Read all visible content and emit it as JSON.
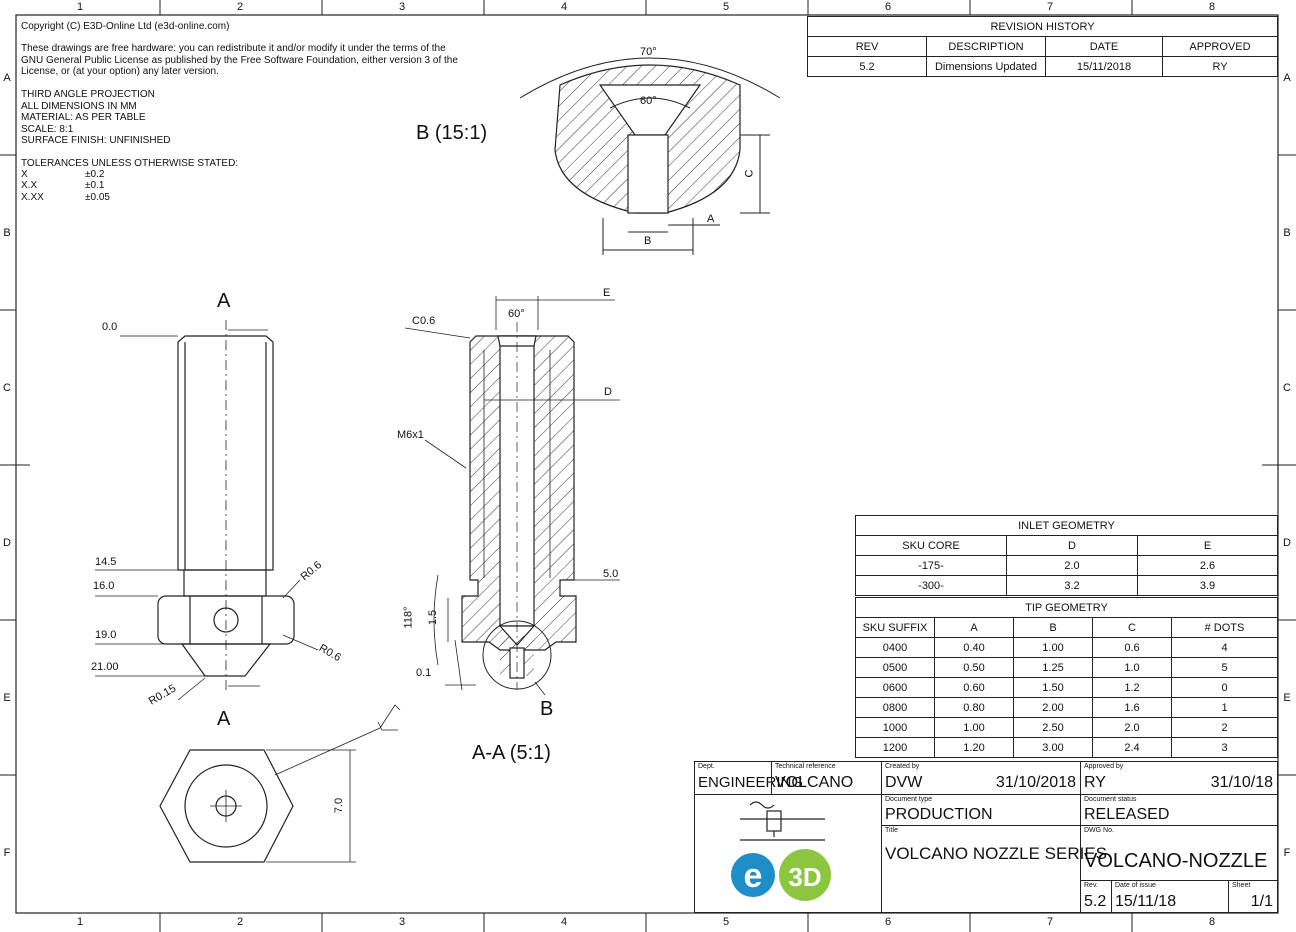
{
  "grid": {
    "columns": [
      "1",
      "2",
      "3",
      "4",
      "5",
      "6",
      "7",
      "8"
    ],
    "rows": [
      "A",
      "B",
      "C",
      "D",
      "E",
      "F"
    ]
  },
  "notes": {
    "copyright": "Copyright (C) E3D-Online Ltd (e3d-online.com)",
    "license": [
      "These drawings are free hardware: you can redistribute it and/or modify it under the terms of the",
      "GNU General Public License as published by the Free Software Foundation, either version 3 of the",
      "License, or (at your option) any later version."
    ],
    "specs": [
      "THIRD ANGLE PROJECTION",
      "ALL DIMENSIONS IN MM",
      "MATERIAL: AS PER TABLE",
      "SCALE: 8:1",
      "SURFACE FINISH: UNFINISHED"
    ],
    "tolerance_title": "TOLERANCES UNLESS OTHERWISE STATED:",
    "tolerances": [
      {
        "key": "X",
        "val": "±0.2"
      },
      {
        "key": "X.X",
        "val": "±0.1"
      },
      {
        "key": "X.XX",
        "val": "±0.05"
      }
    ]
  },
  "revision": {
    "title": "REVISION HISTORY",
    "headers": [
      "REV",
      "DESCRIPTION",
      "DATE",
      "APPROVED"
    ],
    "rows": [
      [
        "5.2",
        "Dimensions Updated",
        "15/11/2018",
        "RY"
      ]
    ]
  },
  "inlet": {
    "title": "INLET GEOMETRY",
    "headers": [
      "SKU CORE",
      "D",
      "E"
    ],
    "rows": [
      [
        "-175-",
        "2.0",
        "2.6"
      ],
      [
        "-300-",
        "3.2",
        "3.9"
      ]
    ]
  },
  "tip": {
    "title": "TIP GEOMETRY",
    "headers": [
      "SKU SUFFIX",
      "A",
      "B",
      "C",
      "# DOTS"
    ],
    "rows": [
      [
        "0400",
        "0.40",
        "1.00",
        "0.6",
        "4"
      ],
      [
        "0500",
        "0.50",
        "1.25",
        "1.0",
        "5"
      ],
      [
        "0600",
        "0.60",
        "1.50",
        "1.2",
        "0"
      ],
      [
        "0800",
        "0.80",
        "2.00",
        "1.6",
        "1"
      ],
      [
        "1000",
        "1.00",
        "2.50",
        "2.0",
        "2"
      ],
      [
        "1200",
        "1.20",
        "3.00",
        "2.4",
        "3"
      ]
    ]
  },
  "views": {
    "detail_b": "B (15:1)",
    "section_aa": "A-A (5:1)",
    "section_mark": "A",
    "detail_mark": "B",
    "detail_dims": {
      "outer_angle": "70°",
      "inner_angle": "60°",
      "c": "C",
      "a": "A",
      "b": "B"
    },
    "section_dims": {
      "e": "E",
      "angle": "60°",
      "chamfer": "C0.6",
      "d": "D",
      "thread": "M6x1",
      "depth": "5.0",
      "tip_angle": "118°",
      "dim_15": "1.5",
      "dim_01": "0.1"
    },
    "side_dims": {
      "d0": "0.0",
      "d145": "14.5",
      "d16": "16.0",
      "d19": "19.0",
      "d21": "21.00",
      "r06a": "R0.6",
      "r06b": "R0.6",
      "r015": "R0.15"
    },
    "hex_dim": "7.0"
  },
  "title_block": {
    "dept_label": "Dept.",
    "dept": "ENGINEERING",
    "tech_label": "Technical reference",
    "tech": "VOLCANO",
    "created_label": "Created by",
    "created_by": "DVW",
    "created_date": "31/10/2018",
    "approved_label": "Approved by",
    "approved_by": "RY",
    "approved_date": "31/10/18",
    "doctype_label": "Document type",
    "doctype": "PRODUCTION",
    "status_label": "Document status",
    "status": "RELEASED",
    "title_label": "Title",
    "title": "VOLCANO NOZZLE SERIES",
    "dwg_label": "DWG No.",
    "dwg": "VOLCANO-NOZZLE",
    "rev_label": "Rev.",
    "rev": "5.2",
    "issue_label": "Date of issue",
    "issue": "15/11/18",
    "sheet_label": "Sheet",
    "sheet": "1/1",
    "logo": {
      "e": "e",
      "three_d": "3D",
      "blue": "#1e8ec9",
      "green": "#8cc63f"
    }
  }
}
